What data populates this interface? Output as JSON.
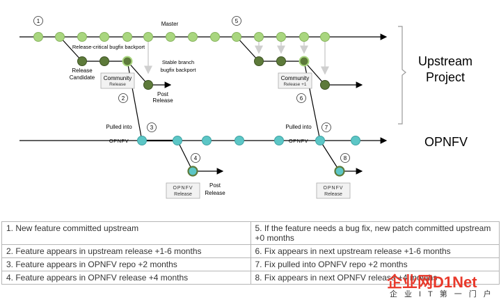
{
  "labels": {
    "master": "Master",
    "rc_backport": "Release-critical bugfix backport",
    "release_candidate_1": "Release",
    "release_candidate_2": "Candidate",
    "stable_1": "Stable branch",
    "stable_2": "bugfix backport",
    "community_release_1": "Community",
    "community_release_2": "Release",
    "community_release_b_1": "Community",
    "community_release_b_2": "Release +1",
    "post_release_1": "Post",
    "post_release_2": "Release",
    "pulled_into_1": "Pulled into",
    "pulled_into_2": "OPNFV",
    "pulled_into_b_1": "Pulled into",
    "pulled_into_b_2": "OPNFV",
    "opnfv_release_1": "OPNFV",
    "opnfv_release_2": "Release",
    "opnfv_release_b_1": "OPNFV",
    "opnfv_release_b_2": "Release",
    "post_release_opnfv_1": "Post",
    "post_release_opnfv_2": "Release",
    "upstream_1": "Upstream",
    "upstream_2": "Project",
    "opnfv": "OPNFV"
  },
  "steps": {
    "s1": "1",
    "s2": "2",
    "s3": "3",
    "s4": "4",
    "s5": "5",
    "s6": "6",
    "s7": "7",
    "s8": "8"
  },
  "legend": [
    [
      "1. New feature committed upstream",
      "5. If the feature needs a bug fix, new patch committed upstream +0 months"
    ],
    [
      "2. Feature appears in upstream release +1-6 months",
      "6. Fix appears in next upstream release +1-6 months"
    ],
    [
      "3. Feature appears in OPNFV repo +2 months",
      "7. Fix pulled into OPNFV repo +2 months"
    ],
    [
      "4. Feature appears in OPNFV release +4 months",
      "8. Fix appears in next OPNFV release +4 months"
    ]
  ],
  "watermark": {
    "main": "企业网D1Net",
    "sub": "企业IT第一门户"
  },
  "colors": {
    "master_node": "#a9d67f",
    "branch_node": "#5d7a3a",
    "opnfv_node": "#5cc6c6"
  }
}
